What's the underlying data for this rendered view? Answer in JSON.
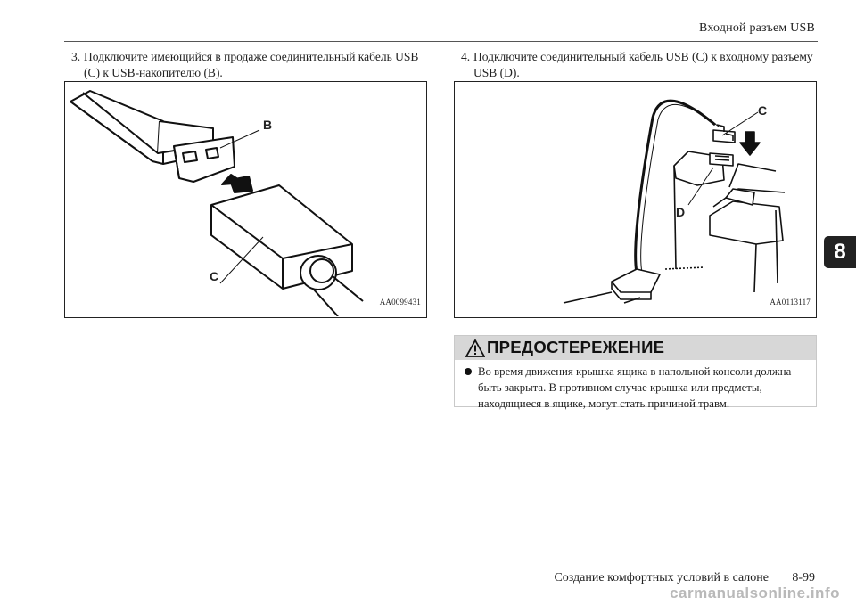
{
  "header": {
    "title": "Входной разъем USB"
  },
  "steps": [
    {
      "number": "3.",
      "text": "Подключите имеющийся в продаже соединительный кабель USB (C) к USB-накопителю (B)."
    },
    {
      "number": "4.",
      "text": "Подключите соединительный кабель USB (C) к входному разъему USB (D)."
    }
  ],
  "figures": [
    {
      "code": "AA0099431",
      "callouts": [
        "B",
        "C"
      ]
    },
    {
      "code": "AA0113117",
      "callouts": [
        "C",
        "D"
      ]
    }
  ],
  "warning": {
    "title": "ПРЕДОСТЕРЕЖЕНИЕ",
    "text": "Во время движения крышка ящика в напольной консоли должна быть закрыта. В противном случае крышка или предметы, находящиеся в ящике, могут стать причиной травм."
  },
  "footer": {
    "section": "Создание комфортных условий в салоне",
    "page": "8-99"
  },
  "chapter_tab": "8",
  "watermark": "carmanualsonline.info",
  "colors": {
    "warning_header": "#d7d7d7",
    "tab": "#222222"
  }
}
